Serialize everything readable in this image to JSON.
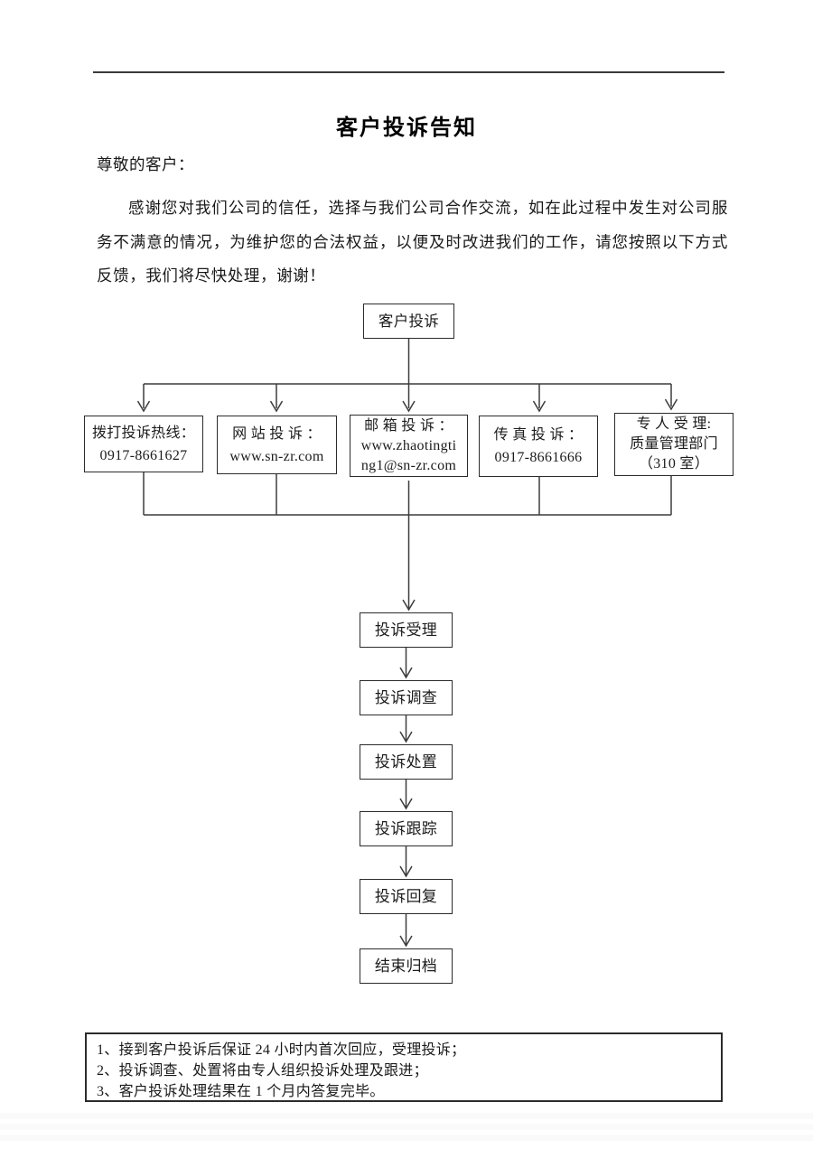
{
  "document": {
    "title": "客户投诉告知",
    "greeting": "尊敬的客户：",
    "paragraph": "感谢您对我们公司的信任，选择与我们公司合作交流，如在此过程中发生对公司服务不满意的情况，为维护您的合法权益，以便及时改进我们的工作，请您按照以下方式反馈，我们将尽快处理，谢谢！"
  },
  "flowchart": {
    "top": {
      "label": "客户投诉"
    },
    "channels": [
      {
        "lines": [
          "拨打投诉热线：",
          "0917-8661627"
        ]
      },
      {
        "lines": [
          "网 站 投 诉 ：",
          "www.sn-zr.com"
        ]
      },
      {
        "lines": [
          "邮 箱 投 诉 ：",
          "www.zhaotingti",
          "ng1@sn-zr.com"
        ]
      },
      {
        "lines": [
          "传 真 投 诉 ：",
          "0917-8661666"
        ]
      },
      {
        "lines": [
          "专 人 受 理:",
          "质量管理部门",
          "（310 室）"
        ]
      }
    ],
    "steps": [
      "投诉受理",
      "投诉调查",
      "投诉处置",
      "投诉跟踪",
      "投诉回复",
      "结束归档"
    ]
  },
  "notes": {
    "items": [
      "1、接到客户投诉后保证 24 小时内首次回应，受理投诉；",
      "2、投诉调查、处置将由专人组织投诉处理及跟进；",
      "3、客户投诉处理结果在 1 个月内答复完毕。"
    ]
  },
  "colors": {
    "text": "#1a1a1a",
    "border": "#2b2b2b",
    "line": "#3c3c3c",
    "background": "#ffffff"
  }
}
